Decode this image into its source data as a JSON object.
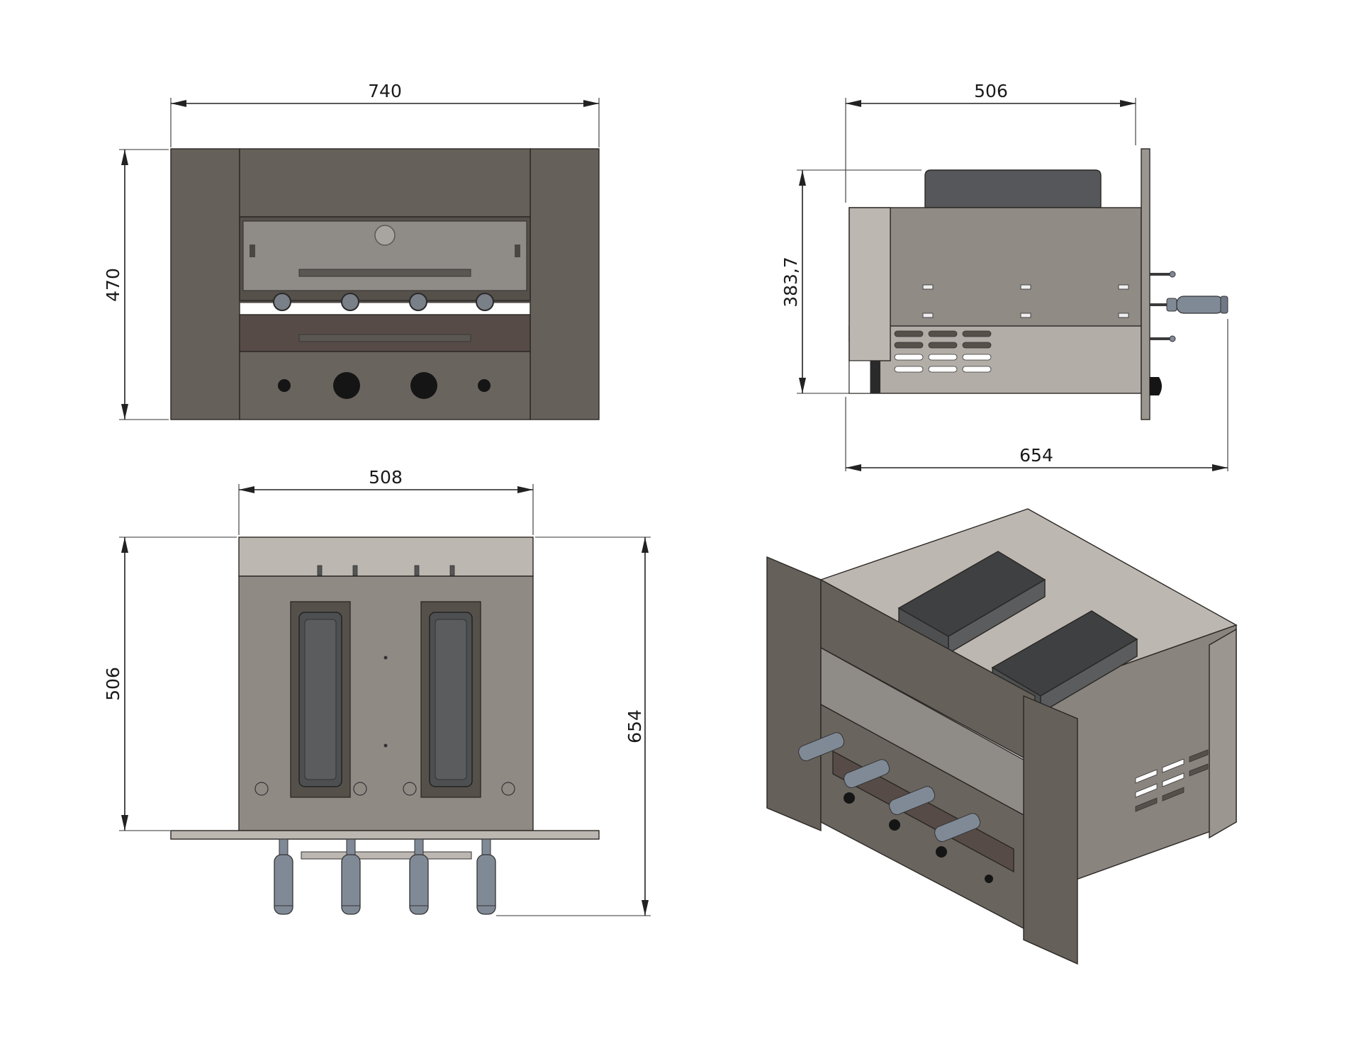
{
  "dimensions": {
    "front_width": "740",
    "front_height": "470",
    "side_depth_top": "506",
    "side_height": "383,7",
    "side_depth_total": "654",
    "top_width": "508",
    "top_depth": "506",
    "top_depth_total": "654"
  },
  "colors": {
    "frame": "#66605a",
    "panel": "#908a85",
    "light": "#bdb7b1",
    "dark_panel": "#56504b",
    "burner": "#4d4f50",
    "handle": "#808a96",
    "knob": "#151515"
  }
}
